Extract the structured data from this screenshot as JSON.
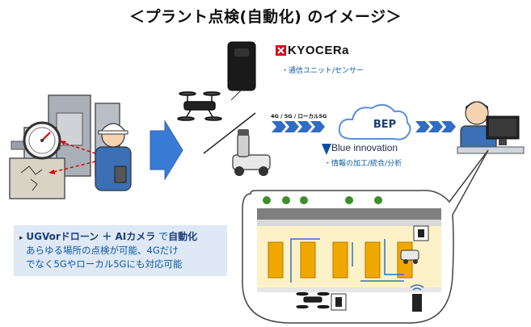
{
  "title": "＜プラント点検(自動化) のイメージ＞",
  "kyocera": {
    "logo_text": "KYOCERa",
    "caption": "・通信ユニット/センサー"
  },
  "network": {
    "label": "4G / 5G / ローカル5G"
  },
  "cloud": {
    "label": "BEP"
  },
  "blue_innovation": {
    "name": "Blue innovation",
    "caption": "・情報の加工/統合/分析"
  },
  "description": {
    "bullet": "▸",
    "line1_a": "UGVorドローン ＋ AIカメラ",
    "line1_b": " で",
    "line1_c": "自動化",
    "line2": "あらゆる場所の点検が可能、4Gだけ",
    "line3": "でなく5Gやローカル5Gにも対応可能"
  },
  "colors": {
    "brand_blue": "#0c5aa0",
    "arrow_blue": "#3a7bd5",
    "kyocera_red": "#d7001c",
    "desc_bg": "#dfe8f5"
  }
}
